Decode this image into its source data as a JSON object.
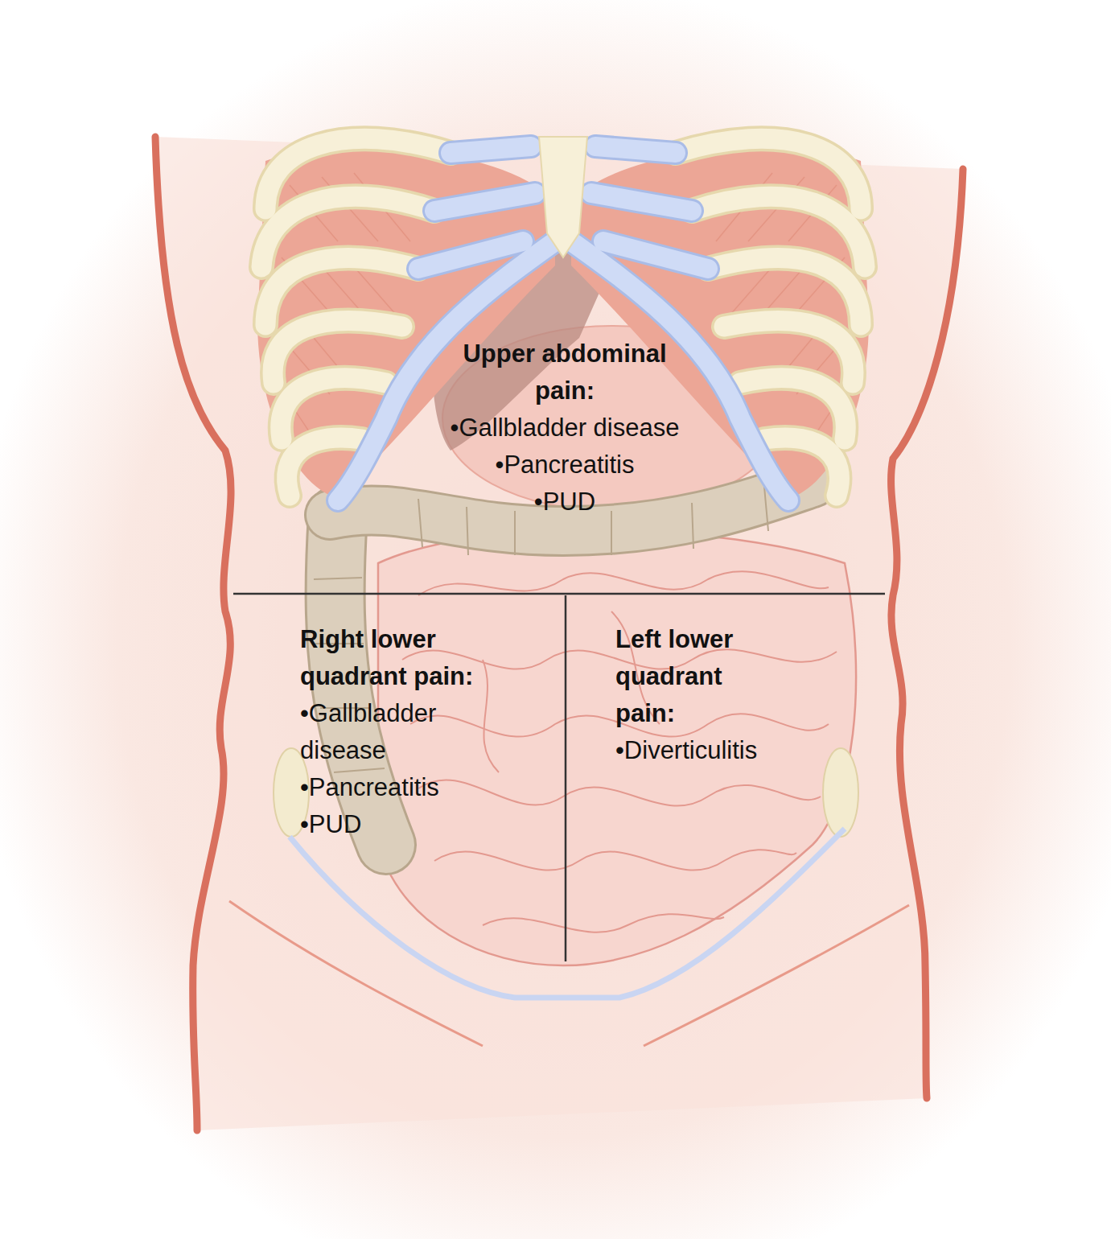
{
  "diagram": {
    "labels": [
      "Upper abdominal pain:",
      "•Gallbladder disease",
      "•Pancreatitis",
      "•PUD",
      "Right lower quadrant pain:",
      "•Gallbladder disease",
      "•Pancreatitis",
      "•PUD",
      "Left lower quadrant pain:",
      "•Diverticulitis"
    ]
  }
}
